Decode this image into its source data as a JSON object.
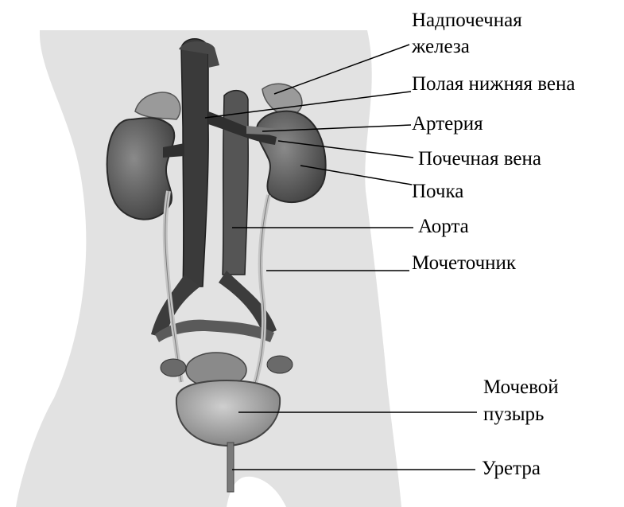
{
  "labels": {
    "adrenal_line1": "Надпочечная",
    "adrenal_line2": "железа",
    "vena_cava": "Полая нижняя вена",
    "artery": "Артерия",
    "renal_vein": "Почечная вена",
    "kidney": "Почка",
    "aorta": "Аорта",
    "ureter": "Мочеточник",
    "bladder_line1": "Мочевой",
    "bladder_line2": "пузырь",
    "urethra": "Уретра"
  },
  "colors": {
    "body": "#e2e2e2",
    "kidney": "#5a5a5a",
    "vessel": "#3c3c3c",
    "bladder": "#9a9a9a",
    "ureter": "#c4c4c4",
    "line": "#000000"
  }
}
